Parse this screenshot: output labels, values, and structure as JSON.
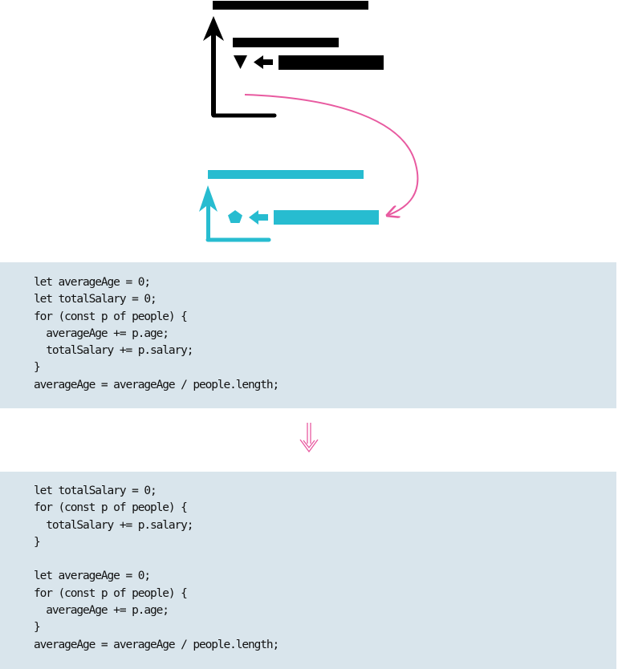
{
  "diagram": {
    "colors": {
      "before": "#000000",
      "after": "#27bcd0",
      "transition": "#e85aa0"
    },
    "before_shapes": [
      "top-bar",
      "up-arrow",
      "mid-bar",
      "triangle-marker",
      "left-arrow",
      "right-bar",
      "baseline"
    ],
    "after_shapes": [
      "top-bar",
      "up-arrow",
      "pentagon-marker",
      "left-arrow",
      "right-bar",
      "baseline"
    ]
  },
  "code_before": {
    "lines": [
      "let averageAge = 0;",
      "let totalSalary = 0;",
      "for (const p of people) {",
      "  averageAge += p.age;",
      "  totalSalary += p.salary;",
      "}",
      "averageAge = averageAge / people.length;"
    ]
  },
  "transition_arrow": {
    "icon": "double-down-arrow-icon",
    "color": "#e85aa0"
  },
  "code_after": {
    "lines": [
      "let totalSalary = 0;",
      "for (const p of people) {",
      "  totalSalary += p.salary;",
      "}",
      "",
      "let averageAge = 0;",
      "for (const p of people) {",
      "  averageAge += p.age;",
      "}",
      "averageAge = averageAge / people.length;"
    ]
  }
}
